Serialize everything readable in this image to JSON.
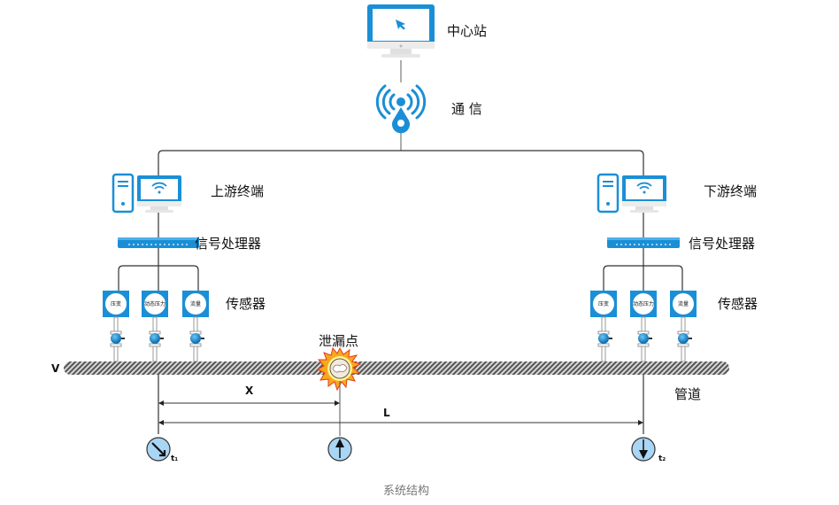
{
  "title": "系统结构",
  "colors": {
    "device_blue": "#1a8fd6",
    "line": "#333333",
    "sensor_dial_fill": "#a9d6f5",
    "leak_burst": "#f7a81b"
  },
  "center_station": {
    "label": "中心站",
    "icon": "monitor-cursor-icon"
  },
  "communication": {
    "label": "通 信",
    "icon": "wireless-signal-icon"
  },
  "upstream": {
    "terminal_label": "上游终端",
    "processor_label": "信号处理器",
    "sensors_label": "传感器",
    "sensors": [
      "压变",
      "动态压力",
      "流量"
    ],
    "time_label": "t₁"
  },
  "downstream": {
    "terminal_label": "下游终端",
    "processor_label": "信号处理器",
    "sensors_label": "传感器",
    "sensors": [
      "压变",
      "动态压力",
      "流量"
    ],
    "time_label": "t₂"
  },
  "pipeline": {
    "label": "管道",
    "velocity_label": "V"
  },
  "leak": {
    "label": "泄漏点"
  },
  "dimensions": {
    "x_label": "X",
    "l_label": "L"
  }
}
